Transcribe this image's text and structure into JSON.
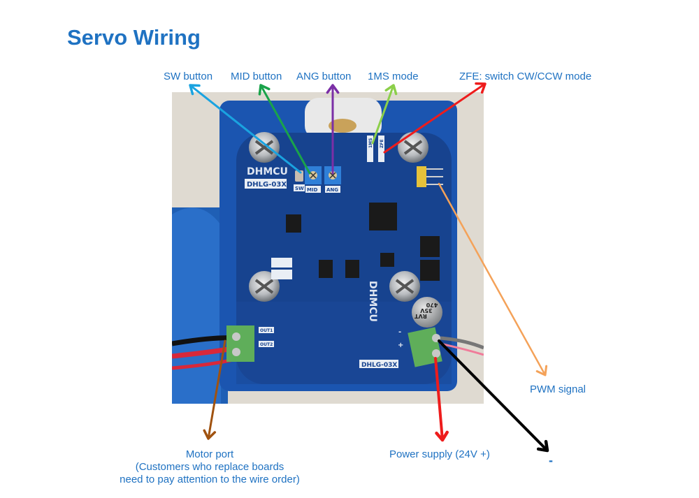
{
  "title": "Servo Wiring",
  "labels": {
    "sw_button": "SW button",
    "mid_button": "MID button",
    "ang_button": "ANG button",
    "ms_mode": "1MS mode",
    "zfe_mode": "ZFE: switch CW/CCW mode",
    "pwm_signal": "PWM signal",
    "motor_port_line1": "Motor port",
    "motor_port_line2": "(Customers who replace boards",
    "motor_port_line3": "need to pay attention to the wire order)",
    "power_supply": "Power supply (24V +)",
    "negative": "-"
  },
  "board": {
    "brand": "DHMCU",
    "model": "DHLG-03X",
    "silk_sw": "SW",
    "silk_mid": "MID",
    "silk_ang": "ANG",
    "silk_1ms": "1MS",
    "silk_zfe": "ZFE",
    "silk_out1": "OUT1",
    "silk_out2": "OUT2",
    "silk_minus": "-",
    "silk_plus": "+",
    "capacitor_line1": "470",
    "capacitor_line2": "35V",
    "capacitor_line3": "RVT"
  },
  "arrow_colors": {
    "sw": "#1aa3e0",
    "mid": "#1aa34a",
    "ang": "#7b2fa6",
    "ms": "#8ccf4a",
    "zfe": "#ee1c1c",
    "pwm": "#f4a259",
    "motor": "#a0520f",
    "power": "#ee1c1c",
    "negative": "#000000"
  }
}
